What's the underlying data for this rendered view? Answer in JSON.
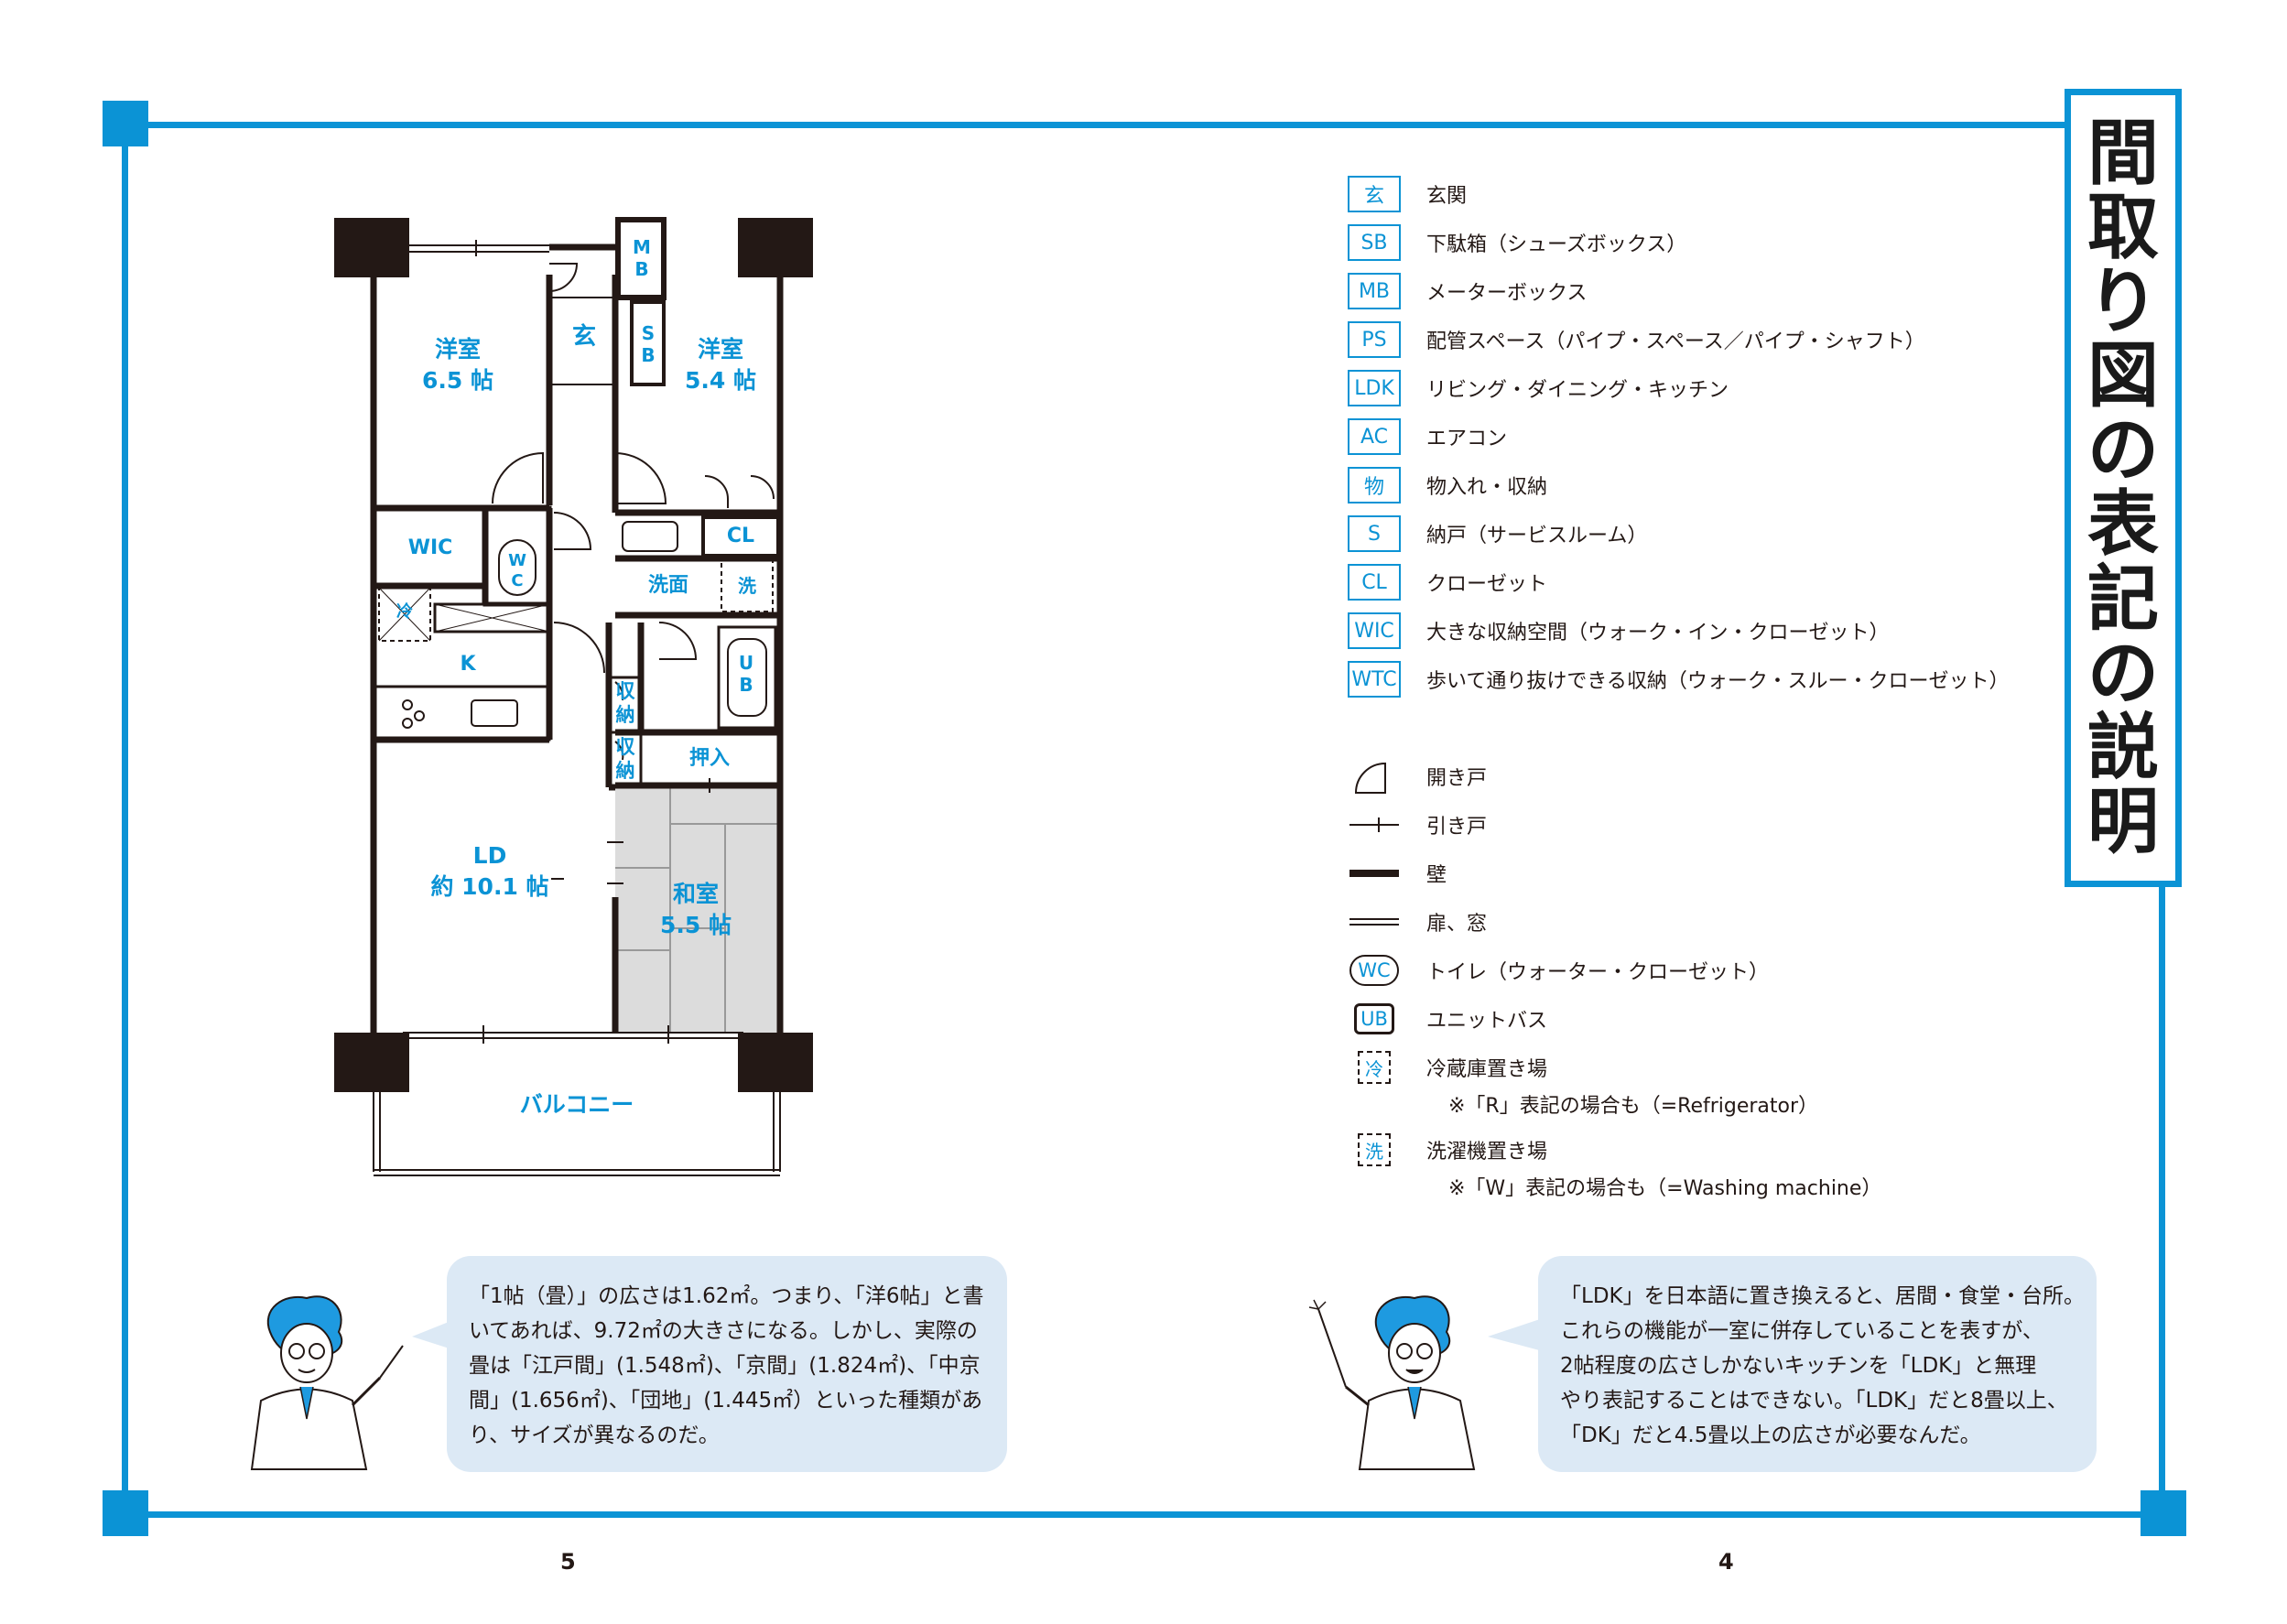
{
  "title": [
    "間",
    "取",
    "り",
    "図",
    "の",
    "表",
    "記",
    "の",
    "説",
    "明"
  ],
  "legend_codes": [
    {
      "code": "玄",
      "desc": "玄関"
    },
    {
      "code": "SB",
      "desc": "下駄箱（シューズボックス）"
    },
    {
      "code": "MB",
      "desc": "メーターボックス"
    },
    {
      "code": "PS",
      "desc": "配管スペース（パイプ・スペース／パイプ・シャフト）"
    },
    {
      "code": "LDK",
      "desc": "リビング・ダイニング・キッチン"
    },
    {
      "code": "AC",
      "desc": "エアコン"
    },
    {
      "code": "物",
      "desc": "物入れ・収納"
    },
    {
      "code": "S",
      "desc": "納戸（サービスルーム）"
    },
    {
      "code": "CL",
      "desc": "クローゼット"
    },
    {
      "code": "WIC",
      "desc": "大きな収納空間（ウォーク・イン・クローゼット）"
    },
    {
      "code": "WTC",
      "desc": "歩いて通り抜けできる収納（ウォーク・スルー・クローゼット）"
    }
  ],
  "legend_symbols": {
    "hinged_door": "開き戸",
    "sliding_door": "引き戸",
    "wall": "壁",
    "window": "扉、窓",
    "wc_code": "WC",
    "wc_desc": "トイレ（ウォーター・クローゼット）",
    "ub_code": "UB",
    "ub_desc": "ユニットバス",
    "fridge_icon_char": "冷",
    "fridge_desc": "冷蔵庫置き場",
    "fridge_note": "※「R」表記の場合も（=Refrigerator）",
    "washer_icon_char": "洗",
    "washer_desc": "洗濯機置き場",
    "washer_note": "※「W」表記の場合も（=Washing machine）"
  },
  "floorplan": {
    "western_room_1": "洋室",
    "western_room_1_size": "6.5 帖",
    "western_room_2": "洋室",
    "western_room_2_size": "5.4 帖",
    "entrance": "玄",
    "mb": "M\nB",
    "sb": "S\nB",
    "wic": "WIC",
    "wc": "W\nC",
    "fridge": "冷",
    "cl": "CL",
    "washroom": "洗面",
    "washer": "洗",
    "kitchen": "K",
    "ub": "U\nB",
    "storage_1": "収\n納",
    "storage_2": "収\n納",
    "oshiire": "押入",
    "ld": "LD",
    "ld_size": "約 10.1 帖",
    "japanese_room": "和室",
    "japanese_room_size": "5.5 帖",
    "balcony": "バルコニー"
  },
  "bubble_left": [
    "「1帖（畳）」の広さは1.62㎡。つまり、「洋6帖」と書",
    "いてあれば、9.72㎡の大きさになる。しかし、実際の",
    "畳は「江戸間」(1.548㎡)、「京間」(1.824㎡)、「中京",
    "間」(1.656㎡)、「団地」(1.445㎡）といった種類があ",
    "り、サイズが異なるのだ。"
  ],
  "bubble_right": [
    "「LDK」を日本語に置き換えると、居間・食堂・台所。",
    "これらの機能が一室に併存していることを表すが、",
    "2帖程度の広さしかないキッチンを「LDK」と無理",
    "やり表記することはできない。「LDK」だと8畳以上、",
    "「DK」だと4.5畳以上の広さが必要なんだ。"
  ],
  "page_left": "5",
  "page_right": "4",
  "colors": {
    "accent": "#0b93d5",
    "bubble": "#dce9f5",
    "wall": "#231815",
    "tatami": "#dcdcdc"
  }
}
